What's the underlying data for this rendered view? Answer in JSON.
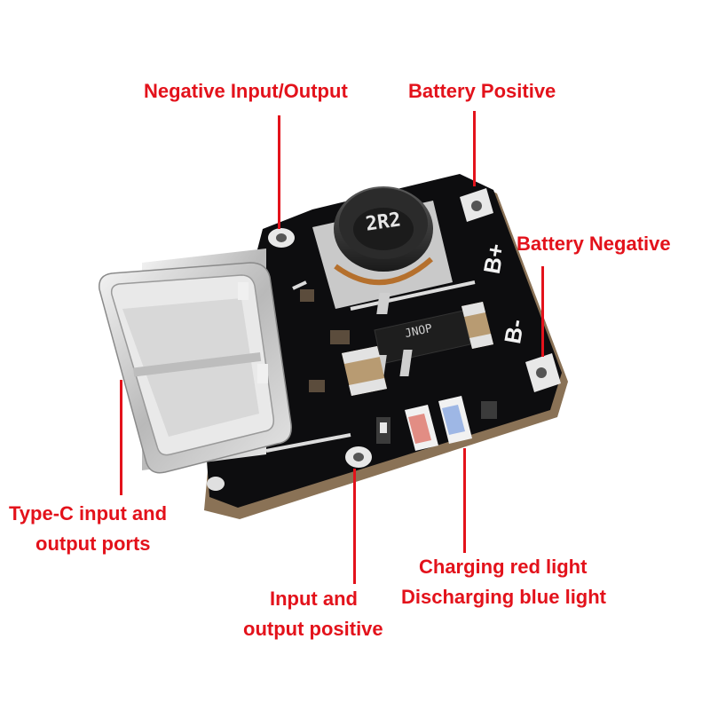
{
  "labels": {
    "negative_io": "Negative Input/Output",
    "battery_positive": "Battery Positive",
    "battery_negative": "Battery Negative",
    "typec_line1": "Type-C input and",
    "typec_line2": "output ports",
    "input_output_pos_line1": "Input and",
    "input_output_pos_line2": "output positive",
    "led_line1": "Charging red light",
    "led_line2": "Discharging blue light"
  },
  "board_markings": {
    "inductor": "2R2",
    "chip": "JNOP",
    "b_plus": "B+",
    "b_minus": "B-"
  },
  "colors": {
    "annotation": "#e3121b",
    "pcb": "#0d0d0f",
    "silkscreen": "#f2f2f2",
    "led_red": "#d63a2a",
    "led_blue": "#3a72d6"
  }
}
